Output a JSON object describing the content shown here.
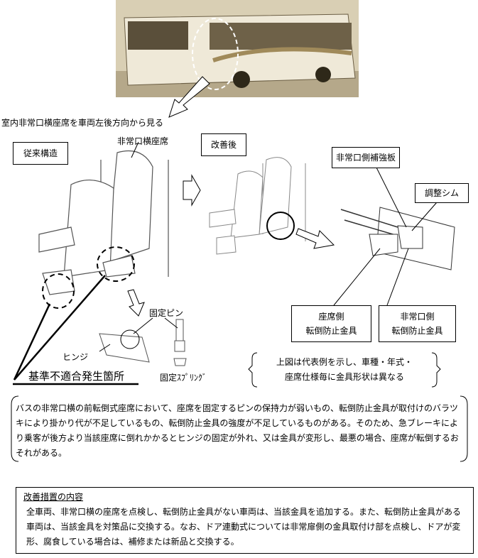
{
  "photo_caption": "室内非常口横座席を車両左後方向から見る",
  "labels": {
    "before": "従来構造",
    "after": "改善後",
    "seat": "非常口横座席",
    "reinforcement": "非常口側補強板",
    "shim": "調整シム",
    "seat_side_bracket": [
      "座席側",
      "転倒防止金具"
    ],
    "exit_side_bracket": [
      "非常口側",
      "転倒防止金具"
    ],
    "pin": "固定ピン",
    "hinge": "ヒンジ",
    "spring": "固定ｽﾌﾟﾘﾝｸﾞ",
    "nonconformity": "基準不適合発生箇所"
  },
  "note": [
    "上図は代表例を示し、車種・年式・",
    "座席仕様毎に金具形状は異なる"
  ],
  "description": "バスの非常口横の前転倒式座席において、座席を固定するピンの保持力が弱いもの、転倒防止金具が取付けのバラツキにより掛かり代が不足しているもの、転倒防止金具の強度が不足しているものがある。そのため、急ブレーキにより乗客が後方より当該座席に倒れかかるとヒンジの固定が外れ、又は金具が変形し、最悪の場合、座席が転倒するおそれがある。",
  "improvement": {
    "title": "改善措置の内容",
    "body": "全車両、非常口横の座席を点検し、転倒防止金具がない車両は、当該金具を追加する。また、転倒防止金具がある車両は、当該金具を対策品に交換する。なお、ドア連動式については非常扉側の金具取付け部を点検し、ドアが変形、腐食している場合は、補修または新品と交換する。"
  }
}
